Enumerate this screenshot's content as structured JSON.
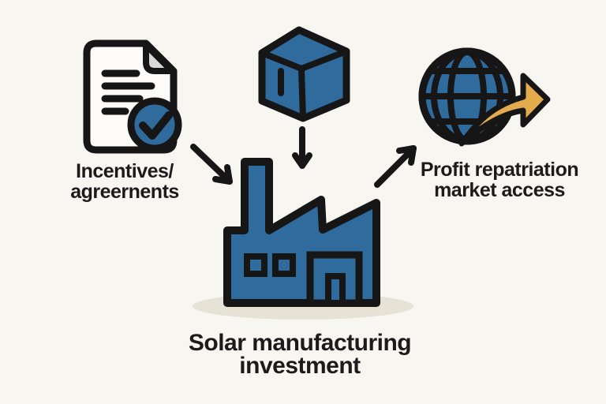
{
  "colors": {
    "background": "#F8F6F1",
    "accent_blue": "#2F6B9C",
    "outline_black": "#161616",
    "gold": "#E2AC4D",
    "paper_white": "#FDFCFA",
    "fold_gray": "#D9D9D9",
    "shadow_beige": "#E6E3D6",
    "text_dark": "#1B1B1B"
  },
  "diagram": {
    "incentives": {
      "icon": "document-check-icon",
      "label_line1": "Incentives/",
      "label_line2": "agreernents"
    },
    "inputs": {
      "icon": "cube-icon"
    },
    "factory": {
      "icon": "factory-icon",
      "label_line1": "Solar manufacturing",
      "label_line2": "investment"
    },
    "outcomes": {
      "icon": "globe-arrow-icon",
      "label_line1": "Profit repatriation",
      "label_line2": "market access"
    },
    "arrows": [
      {
        "name": "arrow-document-to-factory",
        "direction": "down-right"
      },
      {
        "name": "arrow-cube-to-factory",
        "direction": "down"
      },
      {
        "name": "arrow-factory-to-globe",
        "direction": "up-right"
      }
    ]
  }
}
